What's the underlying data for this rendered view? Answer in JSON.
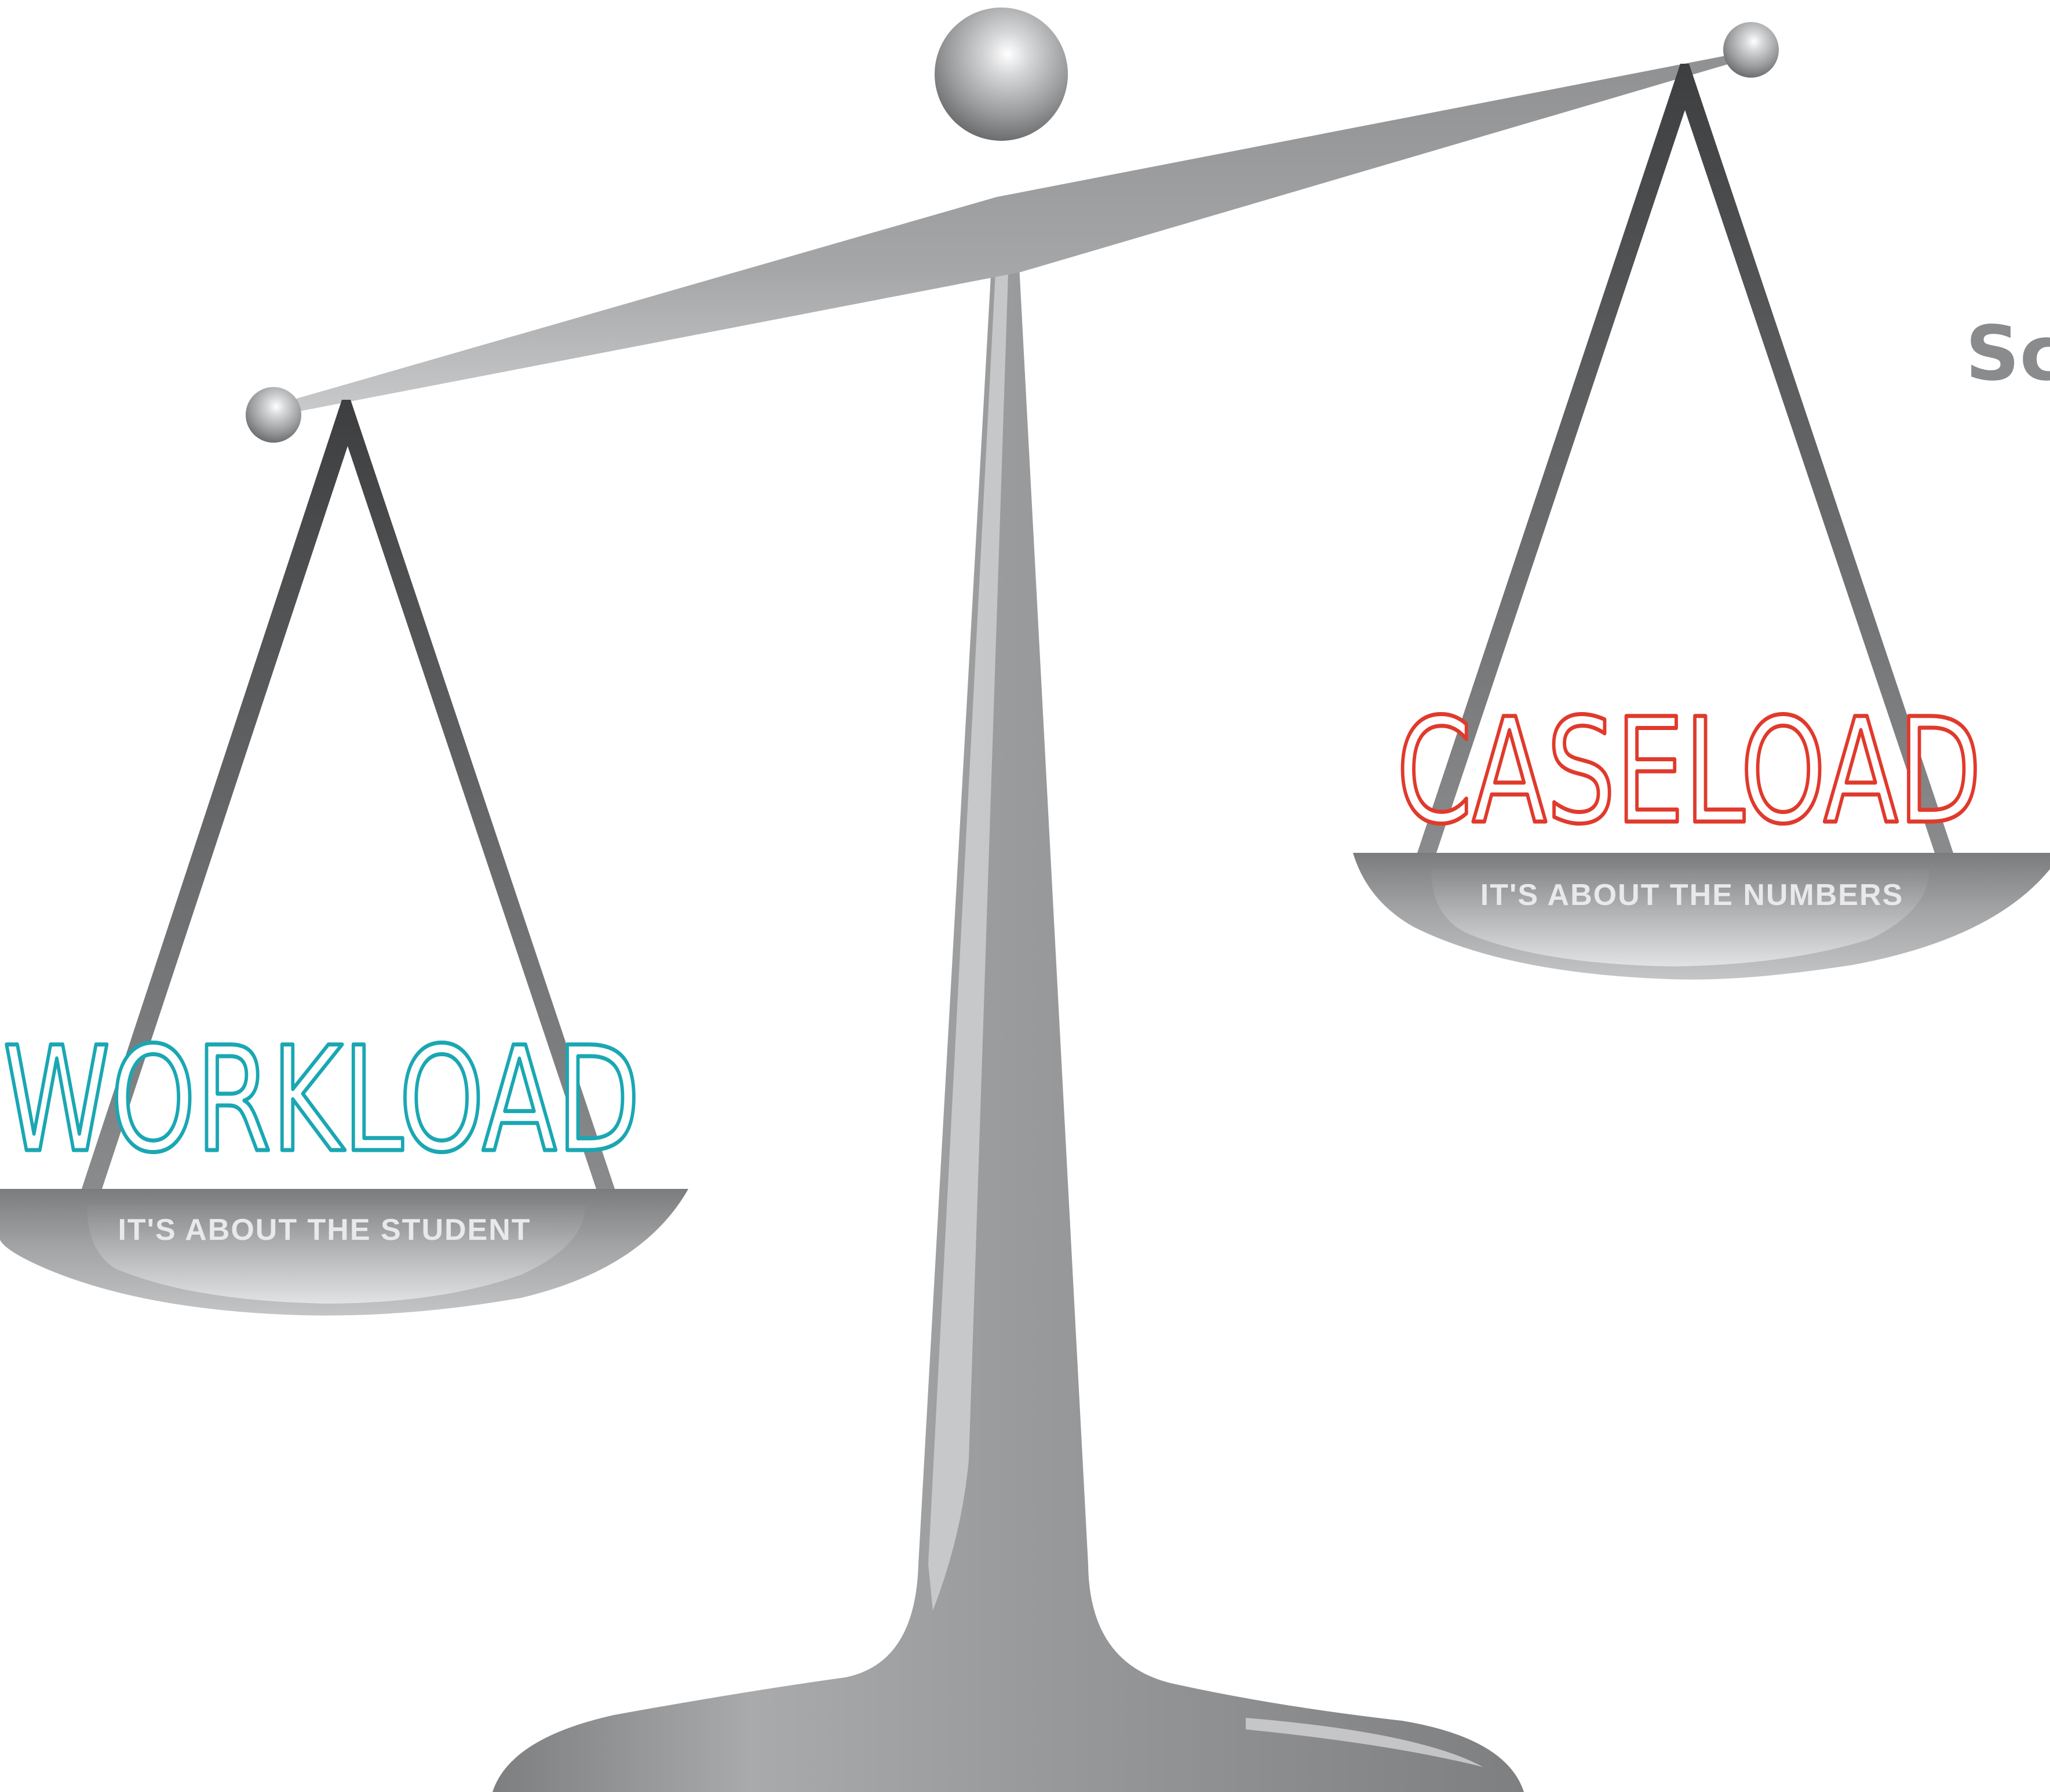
{
  "left_pan": {
    "title": "WORKLOAD",
    "subtitle": "IT'S ABOUT THE STUDENT",
    "color": "#1aa7b3"
  },
  "right_pan": {
    "title": "CASELOAD",
    "subtitle": "IT'S ABOUT THE NUMBERS",
    "color": "#e03a2c"
  },
  "side_fragment": {
    "text": "Sc"
  },
  "colors": {
    "metal_light": "#d4d5d7",
    "metal_mid": "#98999b",
    "metal_dark": "#4a4b4d"
  }
}
